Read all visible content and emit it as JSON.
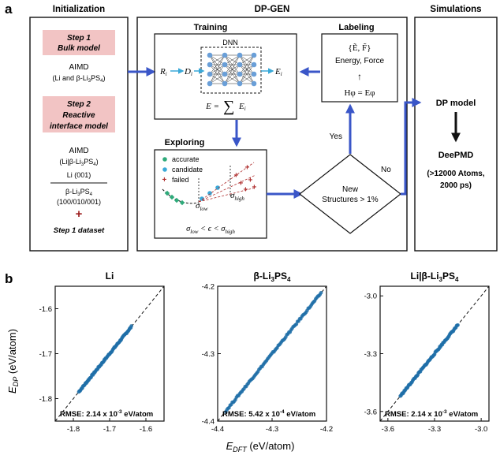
{
  "panel_a": {
    "letter": "a",
    "headers": {
      "init": "Initialization",
      "dpgen": "DP-GEN",
      "sim": "Simulations"
    },
    "init": {
      "step1_line1": "Step 1",
      "step1_line2": "Bulk model",
      "aimd1_title": "AIMD",
      "aimd1_sub": "(Li and β-Li",
      "aimd1_sub_idx": "3",
      "aimd1_sub_tail": "PS",
      "aimd1_sub_idx2": "4",
      "aimd1_sub_end": ")",
      "step2_line1": "Step 2",
      "step2_line2": "Reactive",
      "step2_line3": "interface model",
      "aimd2_title": "AIMD",
      "aimd2_sub": "(Li|β-Li",
      "aimd2_sub_idx": "3",
      "aimd2_sub_tail": "PS",
      "aimd2_sub_idx2": "4",
      "aimd2_sub_end": ")",
      "frac_num": "Li (001)",
      "frac_den": "β-Li",
      "frac_den_idx": "3",
      "frac_den_tail": "PS",
      "frac_den_idx2": "4",
      "frac_den2": "(100/010/001)",
      "plus": "+",
      "step1_dataset": "Step 1 dataset"
    },
    "training": {
      "title": "Training",
      "dnn": "DNN",
      "r": "R",
      "d": "D",
      "e": "E",
      "sub": "i",
      "sum_lhs": "E =",
      "sum_sym": "∑",
      "sum_rhs": "E"
    },
    "labeling": {
      "title": "Labeling",
      "ef_label": "{Ẽ, F̃}",
      "ef_text": "Energy, Force",
      "up_arrow": "↑",
      "schrod": "Hφ = Eφ"
    },
    "exploring": {
      "title": "Exploring",
      "legend_accurate": "accurate",
      "legend_candidate": "candidate",
      "legend_failed": "failed",
      "sigma": "σ",
      "low": "low",
      "high": "high",
      "criterion_lhs": "σ",
      "criterion_mid": " < ϵ < σ"
    },
    "decision": {
      "line1": "New",
      "line2": "Structures > 1%",
      "yes": "Yes",
      "no": "No"
    },
    "sim": {
      "dp_model": "DP model",
      "deepmd": "DeePMD",
      "detail1": "(>12000 Atoms,",
      "detail2": "2000 ps)"
    },
    "colors": {
      "arrow": "#3a56c8",
      "step_fill": "#f2c4c4",
      "node": "#6a9fd8",
      "accurate": "#2eaa7a",
      "candidate": "#3aa9d8",
      "failed": "#b03030",
      "plus": "#9b1b1b"
    }
  },
  "panel_b": {
    "letter": "b",
    "y_axis_label_main": "E",
    "y_axis_label_sub": "DP",
    "y_axis_label_unit": " (eV/atom)",
    "x_axis_label_main": "E",
    "x_axis_label_sub": "DFT",
    "x_axis_label_unit": " (eV/atom)",
    "point_color": "#1f6ea8"
  },
  "chart_data": [
    {
      "type": "scatter",
      "title": "Li",
      "xlim": [
        -1.85,
        -1.55
      ],
      "ylim": [
        -1.85,
        -1.55
      ],
      "x_ticks": [
        -1.8,
        -1.7,
        -1.6
      ],
      "y_ticks": [
        -1.8,
        -1.7,
        -1.6
      ],
      "x_tick_labels": [
        "-1.8",
        "-1.7",
        "-1.6"
      ],
      "y_tick_labels": [
        "-1.8",
        "-1.7",
        "-1.6"
      ],
      "data_range": [
        -1.785,
        -1.64
      ],
      "rmse_label": "RMSE:",
      "rmse_value": "2.14 x 10",
      "rmse_exp": "-3",
      "rmse_unit": " eV/atom",
      "reference_line": "y = x"
    },
    {
      "type": "scatter",
      "title": "β-Li3PS4",
      "title_parts": [
        "β-Li",
        "3",
        "PS",
        "4"
      ],
      "xlim": [
        -4.4,
        -4.2
      ],
      "ylim": [
        -4.4,
        -4.2
      ],
      "x_ticks": [
        -4.4,
        -4.3,
        -4.2
      ],
      "y_ticks": [
        -4.4,
        -4.3,
        -4.2
      ],
      "x_tick_labels": [
        "-4.4",
        "-4.3",
        "-4.2"
      ],
      "y_tick_labels": [
        "-4.4",
        "-4.3",
        "-4.2"
      ],
      "data_range": [
        -4.385,
        -4.21
      ],
      "rmse_label": "RMSE:",
      "rmse_value": "5.42 x 10",
      "rmse_exp": "-4",
      "rmse_unit": " eV/atom",
      "reference_line": "y = x"
    },
    {
      "type": "scatter",
      "title": "Li|β-Li3PS4",
      "title_parts": [
        "Li|β-Li",
        "3",
        "PS",
        "4"
      ],
      "xlim": [
        -3.65,
        -2.95
      ],
      "ylim": [
        -3.65,
        -2.95
      ],
      "x_ticks": [
        -3.6,
        -3.3,
        -3.0
      ],
      "y_ticks": [
        -3.6,
        -3.3,
        -3.0
      ],
      "x_tick_labels": [
        "-3.6",
        "-3.3",
        "-3.0"
      ],
      "y_tick_labels": [
        "-3.6",
        "-3.3",
        "-3.0"
      ],
      "data_range": [
        -3.52,
        -3.15
      ],
      "rmse_label": "RMSE:",
      "rmse_value": "2.14 x 10",
      "rmse_exp": "-3",
      "rmse_unit": " eV/atom",
      "reference_line": "y = x"
    }
  ]
}
